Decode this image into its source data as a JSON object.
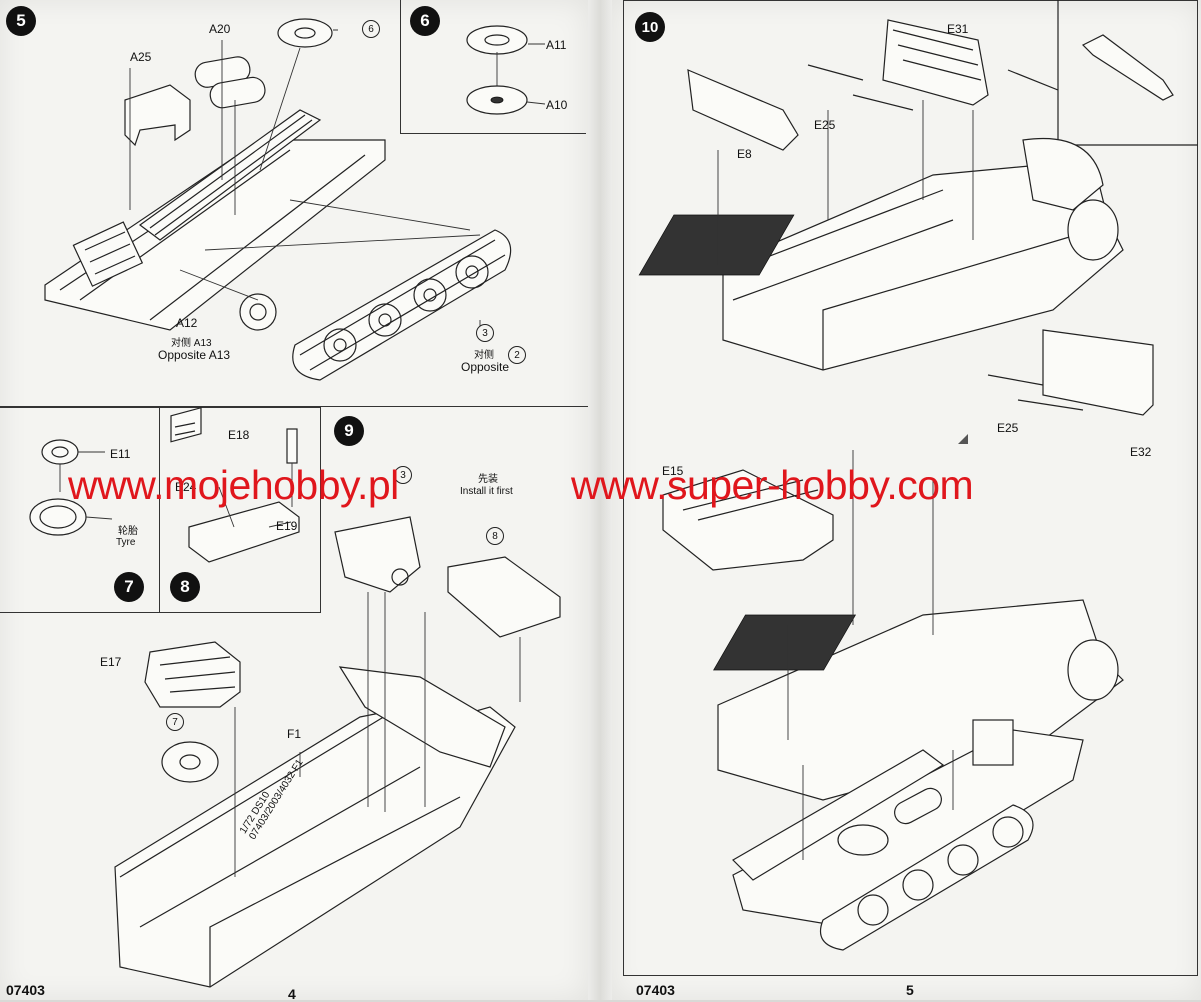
{
  "left_page": {
    "page_number": "4",
    "catalog_code": "07403",
    "steps": [
      {
        "number": "5",
        "labels": [
          "A20",
          "A25",
          "A12",
          "对侧 A13",
          "Opposite A13",
          "对侧",
          "Opposite"
        ],
        "refs": [
          "6",
          "3",
          "2"
        ]
      },
      {
        "number": "6",
        "labels": [
          "A11",
          "A10"
        ]
      },
      {
        "number": "7",
        "labels": [
          "E11",
          "轮胎",
          "Tyre"
        ]
      },
      {
        "number": "8",
        "labels": [
          "E18",
          "E24",
          "E19"
        ]
      },
      {
        "number": "9",
        "labels": [
          "先装",
          "Install it first",
          "F1",
          "E17"
        ],
        "refs": [
          "3",
          "8",
          "7"
        ]
      }
    ],
    "chassis_marking": "1/72 DS10 07403/2003/4032 F1"
  },
  "right_page": {
    "page_number": "5",
    "catalog_code": "07403",
    "steps": [
      {
        "number": "10",
        "labels": [
          "E31",
          "E25",
          "E8",
          "E25",
          "E32",
          "E15"
        ]
      }
    ]
  },
  "watermarks": {
    "left": "www.mojehobby.pl",
    "right": "www.super-hobby.com",
    "color": "#e0161c"
  }
}
